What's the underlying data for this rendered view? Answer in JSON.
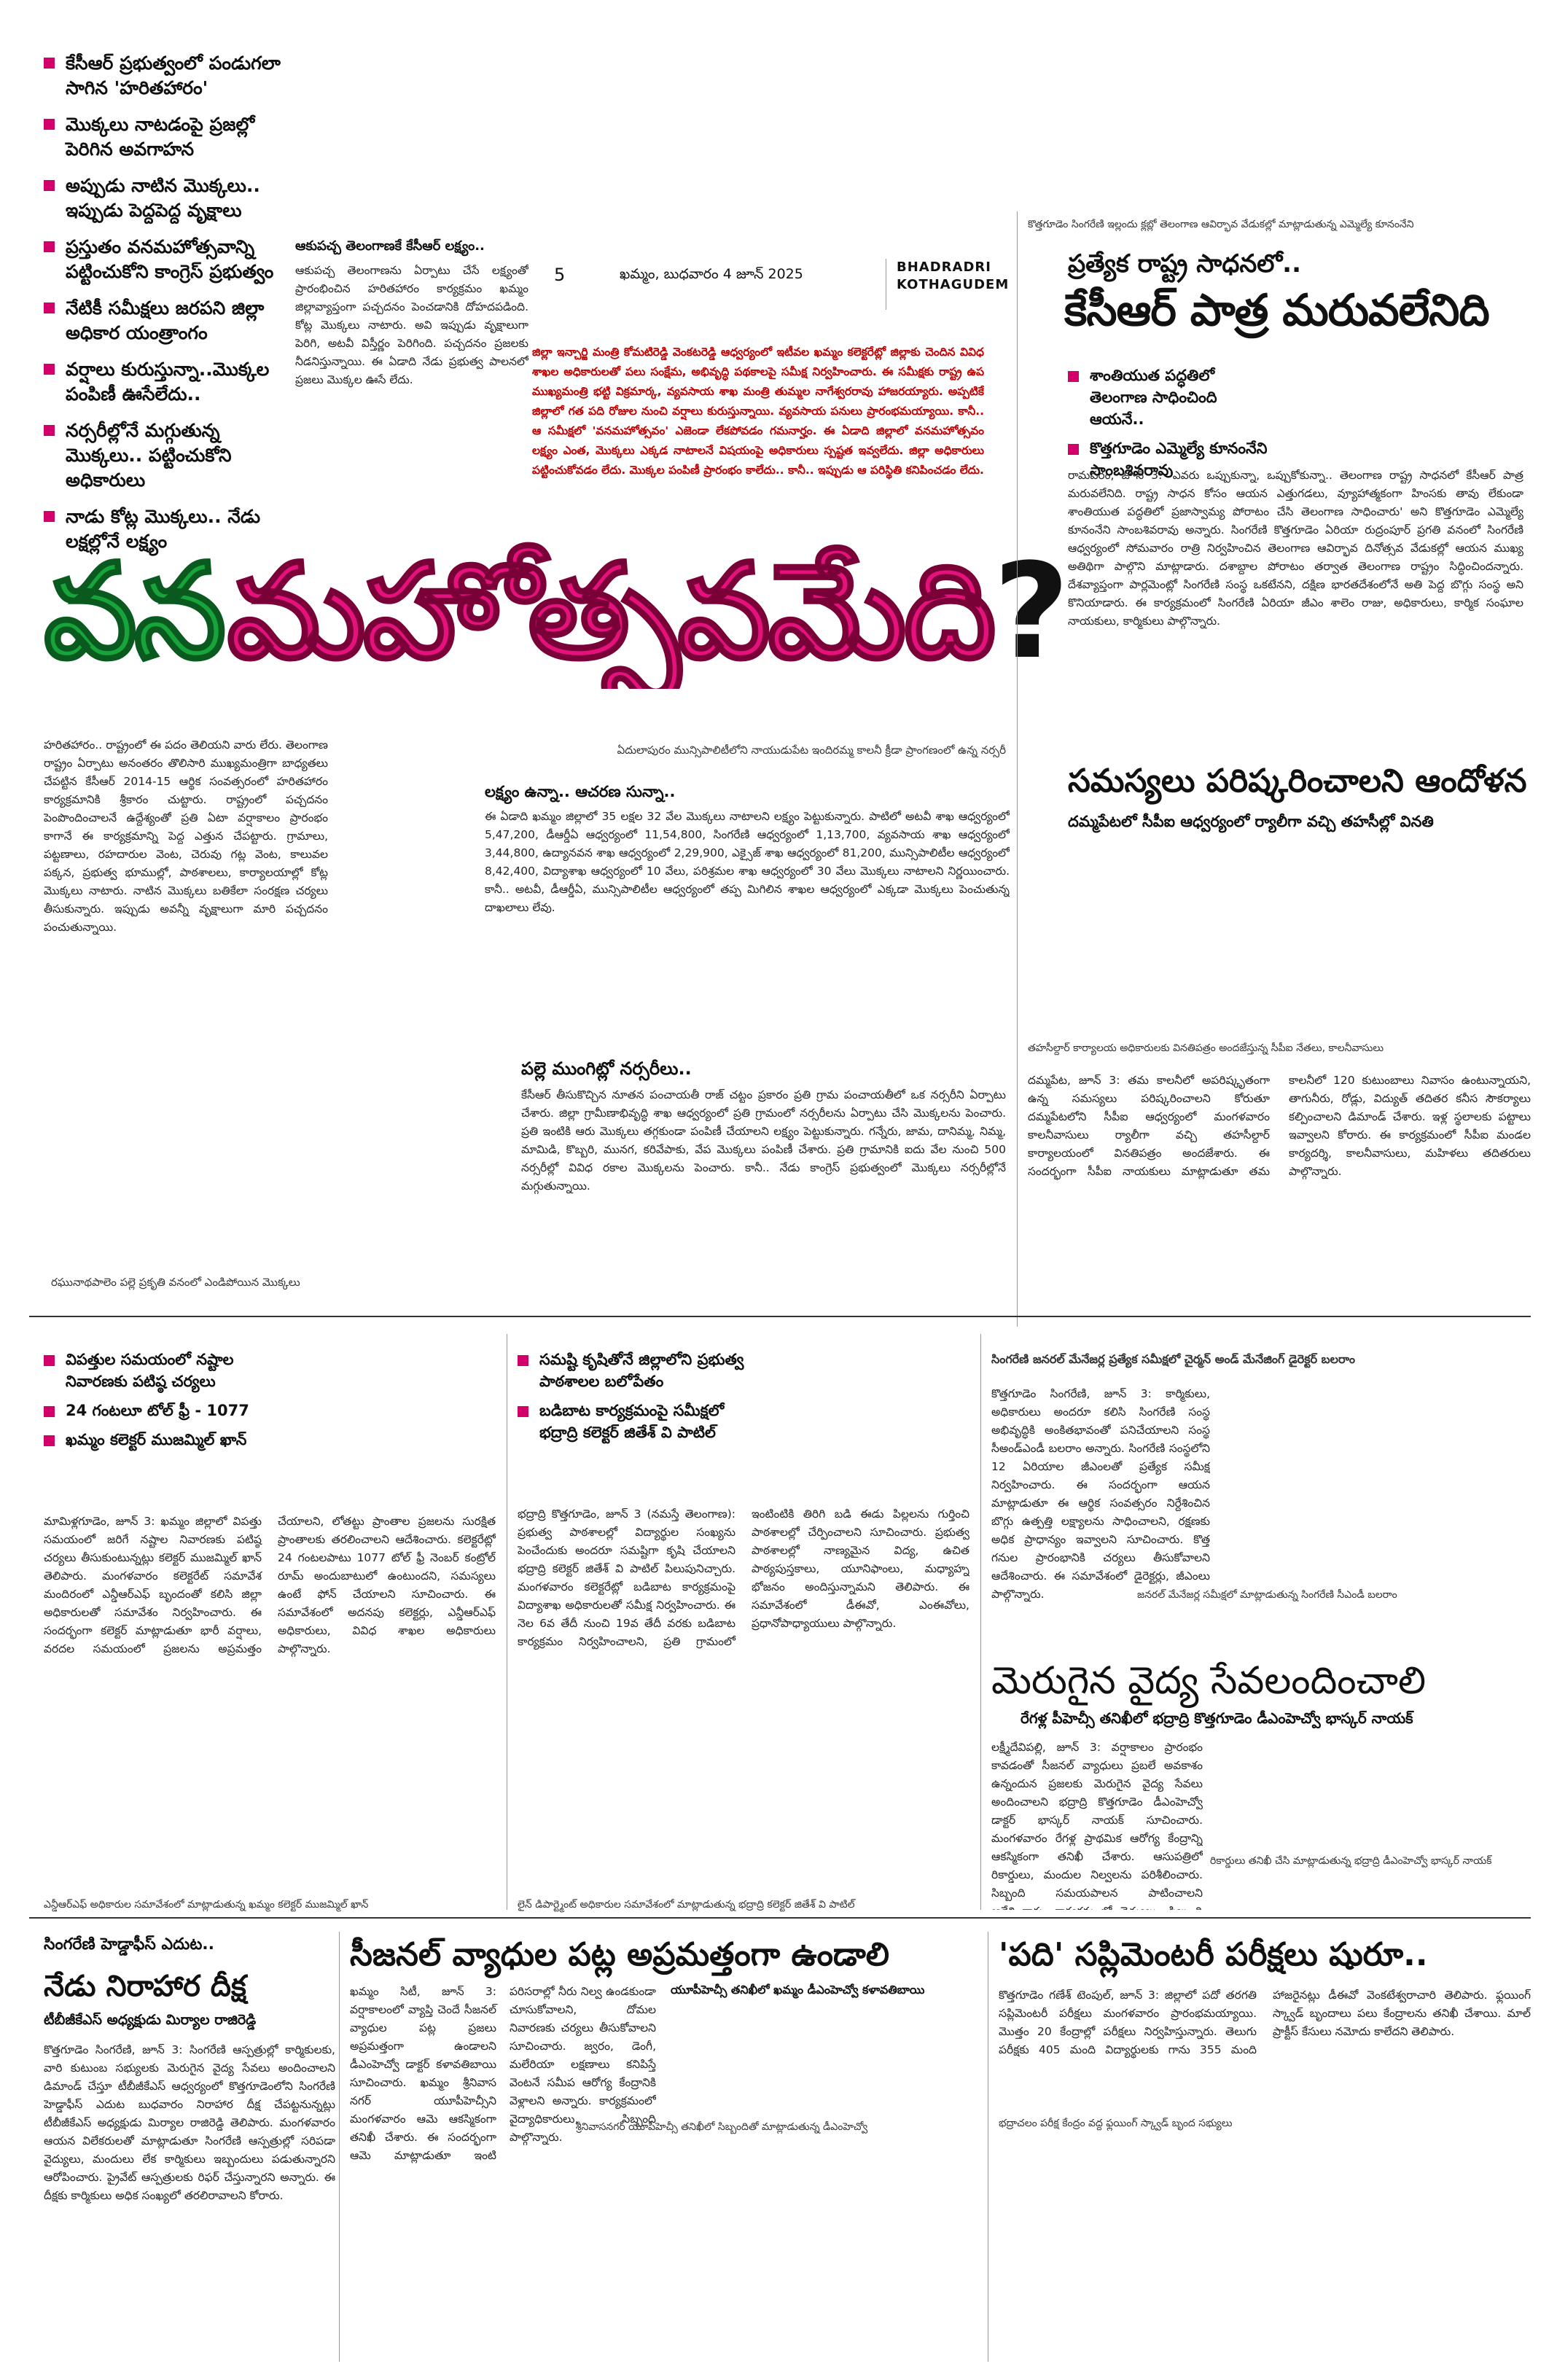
{
  "masthead": {
    "page_number": "5",
    "date_line": "ఖమ్మం, బుధవారం 4 జూన్ 2025",
    "edition_line1": "BHADRADRI",
    "edition_line2": "KOTHAGUDEM"
  },
  "top_bullets": [
    "కేసీఆర్ ప్రభుత్వంలో పండుగలా సాగిన 'హరితహారం'",
    "మొక్కలు నాటడంపై ప్రజల్లో పెరిగిన అవగాహన",
    "అప్పుడు నాటిన మొక్కలు.. ఇప్పుడు పెద్దపెద్ద వృక్షాలు",
    "ప్రస్తుతం వనమహోత్సవాన్ని పట్టించుకోని కాంగ్రెస్ ప్రభుత్వం",
    "నేటికీ సమీక్షలు జరపని జిల్లా అధికార యంత్రాంగం",
    "వర్షాలు కురుస్తున్నా..మొక్కల పంపిణీ ఊసేలేదు..",
    "నర్సరీల్లోనే మగ్గుతున్న మొక్కలు.. పట్టించుకోని అధికారులు",
    "నాడు కోట్ల మొక్కలు.. నేడు లక్షల్లోనే లక్ష్యం"
  ],
  "vanam": {
    "title_part1": "వన",
    "title_part2": "మహోత్సవమేది",
    "title_mark": "?",
    "kicker": "ఆకుపచ్చ తెలంగాణకే కేసీఆర్ లక్ష్యం..",
    "kicker_body": "ఆకుపచ్చ తెలంగాణను ఏర్పాటు చేసే లక్ష్యంతో ప్రారంభించిన హరితహారం కార్యక్రమం ఖమ్మం జిల్లావ్యాప్తంగా పచ్చదనం పెంచడానికి దోహదపడింది. కోట్ల మొక్కలు నాటారు. అవి ఇప్పుడు వృక్షాలుగా పెరిగి, అటవీ విస్తీర్ణం పెరిగింది. పచ్చదనం ప్రజలకు నీడనిస్తున్నాయి. ఈ ఏడాది నేడు ప్రభుత్వ పాలనలో ప్రజలు మొక్కల ఊసే లేదు.",
    "red_paragraph": "జిల్లా ఇన్చార్జి మంత్రి కోమటిరెడ్డి వెంకటరెడ్డి ఆధ్వర్యంలో ఇటీవల ఖమ్మం కలెక్టరేట్లో జిల్లాకు చెందిన వివిధ శాఖల అధికారులతో పలు సంక్షేమ, అభివృద్ధి పథకాలపై సమీక్ష నిర్వహించారు. ఈ సమీక్షకు రాష్ట్ర ఉప ముఖ్యమంత్రి భట్టి విక్రమార్క, వ్యవసాయ శాఖ మంత్రి తుమ్మల నాగేశ్వరరావు హాజరయ్యారు. అప్పటికే జిల్లాలో గత పది రోజుల నుంచి వర్షాలు కురుస్తున్నాయి. వ్యవసాయ పనులు ప్రారంభమయ్యాయి. కానీ.. ఆ సమీక్షలో 'వనమహోత్సవం' ఎజెండా లేకపోవడం గమనార్హం. ఈ ఏడాది జిల్లాలో వనమహోత్సవం లక్ష్యం ఎంత, మొక్కలు ఎక్కడ నాటాలనే విషయంపై అధికారులు స్పష్టత ఇవ్వలేదు. జిల్లా అధికారులు పట్టించుకోవడం లేదు. మొక్కల పంపిణీ ప్రారంభం కాలేదు.. కానీ.. ఇప్పుడు ఆ పరిస్థితి కనిపించడం లేదు.",
    "lead_body": "హరితహారం.. రాష్ట్రంలో ఈ పదం తెలియని వారు లేరు. తెలంగాణ రాష్ట్రం ఏర్పాటు అనంతరం తొలిసారి ముఖ్యమంత్రిగా బాధ్యతలు చేపట్టిన కేసీఆర్ 2014-15 ఆర్థిక సంవత్సరంలో హరితహారం కార్యక్రమానికి శ్రీకారం చుట్టారు. రాష్ట్రంలో పచ్చదనం పెంపొందించాలనే ఉద్దేశ్యంతో ప్రతి ఏటా వర్షాకాలం ప్రారంభం కాగానే ఈ కార్యక్రమాన్ని పెద్ద ఎత్తున చేపట్టారు. గ్రామాలు, పట్టణాలు, రహదారుల వెంట, చెరువు గట్ల వెంట, కాలువల పక్కన, ప్రభుత్వ భూముల్లో, పాఠశాలలు, కార్యాలయాల్లో కోట్ల మొక్కలు నాటారు. నాటిన మొక్కలు బతికేలా సంరక్షణ చర్యలు తీసుకున్నారు. ఇప్పుడు అవన్నీ వృక్షాలుగా మారి పచ్చదనం పంచుతున్నాయి.",
    "target_head": "లక్ష్యం ఉన్నా.. ఆచరణ సున్నా..",
    "target_body": "ఈ ఏడాది ఖమ్మం జిల్లాలో 35 లక్షల 32 వేల మొక్కలు నాటాలని లక్ష్యం పెట్టుకున్నారు. పాటిలో అటవీ శాఖ ఆధ్వర్యంలో 5,47,200, డీఆర్డీఏ ఆధ్వర్యంలో 11,54,800, సింగరేణి ఆధ్వర్యంలో 1,13,700, వ్యవసాయ శాఖ ఆధ్వర్యంలో 3,44,800, ఉద్యానవన శాఖ ఆధ్వర్యంలో 2,29,900, ఎక్సైజ్ శాఖ ఆధ్వర్యంలో 81,200, మున్సిపాలిటీల ఆధ్వర్యంలో 8,42,400, విద్యాశాఖ ఆధ్వర్యంలో 10 వేలు, పరిశ్రమల శాఖ ఆధ్వర్యంలో 30 వేలు మొక్కలు నాటాలని నిర్ణయించారు. కానీ.. అటవీ, డీఆర్డీఏ, మున్సిపాలిటీల ఆధ్వర్యంలో తప్ప మిగిలిన శాఖల ఆధ్వర్యంలో ఎక్కడా మొక్కలు పెంచుతున్న దాఖలాలు లేవు.",
    "nursery_head": "పల్లె ముంగిట్లో నర్సరీలు..",
    "nursery_body": "కేసీఆర్ తీసుకొచ్చిన నూతన పంచాయతీ రాజ్ చట్టం ప్రకారం ప్రతి గ్రామ పంచాయతీలో ఒక నర్సరీని ఏర్పాటు చేశారు. జిల్లా గ్రామీణాభివృద్ధి శాఖ ఆధ్వర్యంలో ప్రతి గ్రామంలో నర్సరీలను ఏర్పాటు చేసి మొక్కలను పెంచారు. ప్రతి ఇంటికి ఆరు మొక్కలు తగ్గకుండా పంపిణీ చేయాలని లక్ష్యం పెట్టుకున్నారు. గన్నేరు, జామ, దానిమ్మ, నిమ్మ, మామిడి, కొబ్బరి, మునగ, కరివేపాకు, వేప మొక్కలు పంపిణీ చేశారు. ప్రతి గ్రామానికి ఐదు వేల నుంచి 500 నర్సరీల్లో వివిధ రకాల మొక్కలను పెంచారు. కానీ.. నేడు కాంగ్రెస్ ప్రభుత్వంలో మొక్కలు నర్సరీల్లోనే మగ్గుతున్నాయి.",
    "caption_top": "ఏదులాపురం మున్సిపాలిటీలోని నాయుడుపేట ఇందిరమ్మ కాలనీ క్రీడా ప్రాంగణంలో ఉన్న నర్సరీ",
    "caption_bottom": "రఘునాథపాలెం పల్లె ప్రకృతి వనంలో ఎండిపోయిన మొక్కలు"
  },
  "kcr": {
    "kicker": "కొత్తగూడెం సింగరేణి ఇల్లందు క్లబ్లో తెలంగాణ ఆవిర్భావ వేడుకల్లో మాట్లాడుతున్న ఎమ్మెల్యే కూనంనేని",
    "sub": "ప్రత్యేక రాష్ట్ర సాధనలో..",
    "title": "కేసీఆర్ పాత్ర మరువలేనిది",
    "bullets": [
      "శాంతియుత పద్ధతిలో తెలంగాణ సాధించింది ఆయనే..",
      "కొత్తగూడెం ఎమ్మెల్యే కూనంనేని సాంబశివరావు"
    ],
    "body": "రామవరం, జూన్ 3: 'ఎవరు ఒప్పుకున్నా, ఒప్పుకోకున్నా.. తెలంగాణ రాష్ట్ర సాధనలో కేసీఆర్ పాత్ర మరువలేనిది. రాష్ట్ర సాధన కోసం ఆయన ఎత్తుగడలు, వ్యూహాత్మకంగా హింసకు తావు లేకుండా శాంతియుత పద్ధతిలో ప్రజాస్వామ్య పోరాటం చేసి తెలంగాణ సాధించారు' అని కొత్తగూడెం ఎమ్మెల్యే కూనంనేని సాంబశివరావు అన్నారు. సింగరేణి కొత్తగూడెం ఏరియా రుద్రంపూర్ ప్రగతి వనంలో సింగరేణి ఆధ్వర్యంలో సోమవారం రాత్రి నిర్వహించిన తెలంగాణ ఆవిర్భావ దినోత్సవ వేడుకల్లో ఆయన ముఖ్య అతిథిగా పాల్గొని మాట్లాడారు. దశాబ్దాల పోరాటం తర్వాత తెలంగాణ రాష్ట్రం సిద్ధించిందన్నారు. దేశవ్యాప్తంగా పార్లమెంట్లో సింగరేణి సంస్థ ఒకటేనని, దక్షిణ భారతదేశంలోనే అతి పెద్ద బొగ్గు సంస్థ అని కొనియాడారు. ఈ కార్యక్రమంలో సింగరేణి ఏరియా జీఎం శాలెం రాజు, అధికారులు, కార్మిక సంఘాల నాయకులు, కార్మికులు పాల్గొన్నారు."
  },
  "samasya": {
    "title": "సమస్యలు పరిష్కరించాలని ఆందోళన",
    "sub": "దమ్మపేటలో సీపీఐ ఆధ్వర్యంలో ర్యాలీగా వచ్చి తహసీల్లో వినతి",
    "caption": "తహసీల్దార్ కార్యాలయ అధికారులకు వినతిపత్రం అందజేస్తున్న సీపీఐ నేతలు, కాలనీవాసులు",
    "body": "దమ్మపేట, జూన్ 3: తమ కాలనీలో అపరిష్కృతంగా ఉన్న సమస్యలు పరిష్కరించాలని కోరుతూ దమ్మపేటలోని సీపీఐ ఆధ్వర్యంలో మంగళవారం కాలనీవాసులు ర్యాలీగా వచ్చి తహసీల్దార్ కార్యాలయంలో వినతిపత్రం అందజేశారు. ఈ సందర్భంగా సీపీఐ నాయకులు మాట్లాడుతూ తమ కాలనీలో 120 కుటుంబాలు నివాసం ఉంటున్నాయని, తాగునీరు, రోడ్లు, విద్యుత్ తదితర కనీస సౌకర్యాలు కల్పించాలని డిమాండ్ చేశారు. ఇళ్ల స్థలాలకు పట్టాలు ఇవ్వాలని కోరారు. ఈ కార్యక్రమంలో సీపీఐ మండల కార్యదర్శి, కాలనీవాసులు, మహిళలు తదితరులు పాల్గొన్నారు."
  },
  "mujammil": {
    "bullets": [
      "విపత్తుల సమయంలో నష్టాల నివారణకు పటిష్ఠ చర్యలు",
      "24 గంటలూ టోల్ ఫ్రీ - 1077",
      "ఖమ్మం కలెక్టర్ ముజమ్మిల్ ఖాన్"
    ],
    "body": "మామిళ్లగూడెం, జూన్ 3: ఖమ్మం జిల్లాలో విపత్తు సమయంలో జరిగే నష్టాల నివారణకు పటిష్ఠ చర్యలు తీసుకుంటున్నట్లు కలెక్టర్ ముజమ్మిల్ ఖాన్ తెలిపారు. మంగళవారం కలెక్టరేట్ సమావేశ మందిరంలో ఎన్డీఆర్ఎఫ్ బృందంతో కలిసి జిల్లా అధికారులతో సమావేశం నిర్వహించారు. ఈ సందర్భంగా కలెక్టర్ మాట్లాడుతూ భారీ వర్షాలు, వరదల సమయంలో ప్రజలను అప్రమత్తం చేయాలని, లోతట్టు ప్రాంతాల ప్రజలను సురక్షిత ప్రాంతాలకు తరలించాలని ఆదేశించారు. కలెక్టరేట్లో 24 గంటలపాటు 1077 టోల్ ఫ్రీ నెంబర్ కంట్రోల్ రూమ్ అందుబాటులో ఉంటుందని, సమస్యలు ఉంటే ఫోన్ చేయాలని సూచించారు. ఈ సమావేశంలో అదనపు కలెక్టర్లు, ఎన్డీఆర్ఎఫ్ అధికారులు, వివిధ శాఖల అధికారులు పాల్గొన్నారు.",
    "caption": "ఎన్డీఆర్ఎఫ్ అధికారుల సమావేశంలో మాట్లాడుతున్న ఖమ్మం కలెక్టర్ ముజమ్మిల్ ఖాన్"
  },
  "jitesh": {
    "bullets": [
      "సమష్టి కృషితోనే జిల్లాలోని ప్రభుత్వ పాఠశాలల బలోపేతం",
      "బడిబాట కార్యక్రమంపై సమీక్షలో భద్రాద్రి కలెక్టర్ జితేశ్ వి పాటిల్"
    ],
    "body": "భద్రాద్రి కొత్తగూడెం, జూన్ 3 (నమస్తే తెలంగాణ): ప్రభుత్వ పాఠశాలల్లో విద్యార్థుల సంఖ్యను పెంచేందుకు అందరూ సమష్టిగా కృషి చేయాలని భద్రాద్రి కలెక్టర్ జితేశ్ వి పాటిల్ పిలుపునిచ్చారు. మంగళవారం కలెక్టరేట్లో బడిబాట కార్యక్రమంపై విద్యాశాఖ అధికారులతో సమీక్ష నిర్వహించారు. ఈ నెల 6వ తేదీ నుంచి 19వ తేదీ వరకు బడిబాట కార్యక్రమం నిర్వహించాలని, ప్రతి గ్రామంలో ఇంటింటికి తిరిగి బడి ఈడు పిల్లలను గుర్తించి పాఠశాలల్లో చేర్పించాలని సూచించారు. ప్రభుత్వ పాఠశాలల్లో నాణ్యమైన విద్య, ఉచిత పాఠ్యపుస్తకాలు, యూనిఫాంలు, మధ్యాహ్న భోజనం అందిస్తున్నామని తెలిపారు. ఈ సమావేశంలో డీఈవో, ఎంఈవోలు, ప్రధానోపాధ్యాయులు పాల్గొన్నారు.",
    "caption": "లైన్ డిపార్ట్మెంట్ అధికారుల సమావేశంలో మాట్లాడుతున్న భద్రాద్రి కలెక్టర్ జితేశ్ వి పాటిల్"
  },
  "balaram": {
    "kicker": "సింగరేణి జనరల్ మేనేజర్ల ప్రత్యేక సమీక్షలో చైర్మన్ అండ్ మేనేజింగ్ డైరెక్టర్ బలరాం",
    "body": "కొత్తగూడెం సింగరేణి, జూన్ 3: కార్మికులు, అధికారులు అందరూ కలిసి సింగరేణి సంస్థ అభివృద్ధికి అంకితభావంతో పనిచేయాలని సంస్థ సీఅండ్ఎండీ బలరాం అన్నారు. సింగరేణి సంస్థలోని 12 ఏరియాల జీఎంలతో ప్రత్యేక సమీక్ష నిర్వహించారు. ఈ సందర్భంగా ఆయన మాట్లాడుతూ ఈ ఆర్థిక సంవత్సరం నిర్దేశించిన బొగ్గు ఉత్పత్తి లక్ష్యాలను సాధించాలని, రక్షణకు అధిక ప్రాధాన్యం ఇవ్వాలని సూచించారు. కొత్త గనుల ప్రారంభానికి చర్యలు తీసుకోవాలని ఆదేశించారు. ఈ సమావేశంలో డైరెక్టర్లు, జీఎంలు పాల్గొన్నారు.",
    "caption": "జనరల్ మేనేజర్ల సమీక్షలో మాట్లాడుతున్న సింగరేణి సీఎండీ బలరాం"
  },
  "vaidya": {
    "title": "మెరుగైన వైద్య సేవలందించాలి",
    "sub": "రేగళ్ల పీహెచ్సీ తనిఖీలో భద్రాద్రి కొత్తగూడెం డీఎంహెచ్వో భాస్కర్ నాయక్",
    "body": "లక్ష్మీదేవిపల్లి, జూన్ 3: వర్షాకాలం ప్రారంభం కావడంతో సీజనల్ వ్యాధులు ప్రబలే అవకాశం ఉన్నందున ప్రజలకు మెరుగైన వైద్య సేవలు అందించాలని భద్రాద్రి కొత్తగూడెం డీఎంహెచ్వో డాక్టర్ భాస్కర్ నాయక్ సూచించారు. మంగళవారం రేగళ్ల ప్రాథమిక ఆరోగ్య కేంద్రాన్ని ఆకస్మికంగా తనిఖీ చేశారు. ఆసుపత్రిలో రికార్డులు, మందుల నిల్వలను పరిశీలించారు. సిబ్బంది సమయపాలన పాటించాలని ఆదేశించారు. కార్యక్రమంలో వైద్యులు, సిబ్బంది పాల్గొన్నారు.",
    "caption": "రికార్డులు తనిఖీ చేసి మాట్లాడుతున్న భద్రాద్రి డీఎంహెచ్వో భాస్కర్ నాయక్"
  },
  "deeksha": {
    "kicker": "సింగరేణి హెడ్డాఫీస్ ఎదుట..",
    "title": "నేడు నిరాహార దీక్ష",
    "sub": "టీబీజీకేఎస్ అధ్యక్షుడు మిర్యాల రాజిరెడ్డి",
    "body": "కొత్తగూడెం సింగరేణి, జూన్ 3: సింగరేణి ఆస్పత్రుల్లో కార్మికులకు, వారి కుటుంబ సభ్యులకు మెరుగైన వైద్య సేవలు అందించాలని డిమాండ్ చేస్తూ టీబీజీకేఎస్ ఆధ్వర్యంలో కొత్తగూడెంలోని సింగరేణి హెడ్డాఫీస్ ఎదుట బుధవారం నిరాహార దీక్ష చేపట్టనున్నట్లు టీబీజీకేఎస్ అధ్యక్షుడు మిర్యాల రాజిరెడ్డి తెలిపారు. మంగళవారం ఆయన విలేకరులతో మాట్లాడుతూ సింగరేణి ఆస్పత్రుల్లో సరిపడా వైద్యులు, మందులు లేక కార్మికులు ఇబ్బందులు పడుతున్నారని ఆరోపించారు. ప్రైవేట్ ఆస్పత్రులకు రిఫర్ చేస్తున్నారని అన్నారు. ఈ దీక్షకు కార్మికులు అధిక సంఖ్యలో తరలిరావాలని కోరారు."
  },
  "seasonal": {
    "title": "సీజనల్ వ్యాధుల పట్ల అప్రమత్తంగా ఉండాలి",
    "sub": "యూపీహెచ్సీ తనిఖీలో ఖమ్మం డీఎంహెచ్వో కళావతిబాయి",
    "body": "ఖమ్మం సిటీ, జూన్ 3: వర్షాకాలంలో వ్యాప్తి చెందే సీజనల్ వ్యాధుల పట్ల ప్రజలు అప్రమత్తంగా ఉండాలని డీఎంహెచ్వో డాక్టర్ కళావతిబాయి సూచించారు. ఖమ్మం శ్రీనివాస నగర్ యూపీహెచ్సీని మంగళవారం ఆమె ఆకస్మికంగా తనిఖీ చేశారు. ఈ సందర్భంగా ఆమె మాట్లాడుతూ ఇంటి పరిసరాల్లో నీరు నిల్వ ఉండకుండా చూసుకోవాలని, దోమల నివారణకు చర్యలు తీసుకోవాలని సూచించారు. జ్వరం, డెంగీ, మలేరియా లక్షణాలు కనిపిస్తే వెంటనే సమీప ఆరోగ్య కేంద్రానికి వెళ్లాలని అన్నారు. కార్యక్రమంలో వైద్యాధికారులు, సిబ్బంది పాల్గొన్నారు.",
    "caption": "శ్రీనివాసనగర్ యూపీహెచ్సీ తనిఖీలో సిబ్బందితో మాట్లాడుతున్న డీఎంహెచ్వో"
  },
  "padi": {
    "title": "'పది' సప్లిమెంటరీ పరీక్షలు షురూ..",
    "body": "కొత్తగూడెం గణేశ్ టెంపుల్, జూన్ 3: జిల్లాలో పదో తరగతి సప్లిమెంటరీ పరీక్షలు మంగళవారం ప్రారంభమయ్యాయి. మొత్తం 20 కేంద్రాల్లో పరీక్షలు నిర్వహిస్తున్నారు. తెలుగు పరీక్షకు 405 మంది విద్యార్థులకు గాను 355 మంది హాజరైనట్లు డీఈవో వెంకటేశ్వరాచారి తెలిపారు. ఫ్లయింగ్ స్క్వాడ్ బృందాలు పలు కేంద్రాలను తనిఖీ చేశాయి. మాల్ ప్రాక్టీస్ కేసులు నమోదు కాలేదని తెలిపారు.",
    "caption": "భద్రాచలం పరీక్ష కేంద్రం వద్ద ఫ్లయింగ్ స్క్వాడ్ బృంద సభ్యులు"
  }
}
